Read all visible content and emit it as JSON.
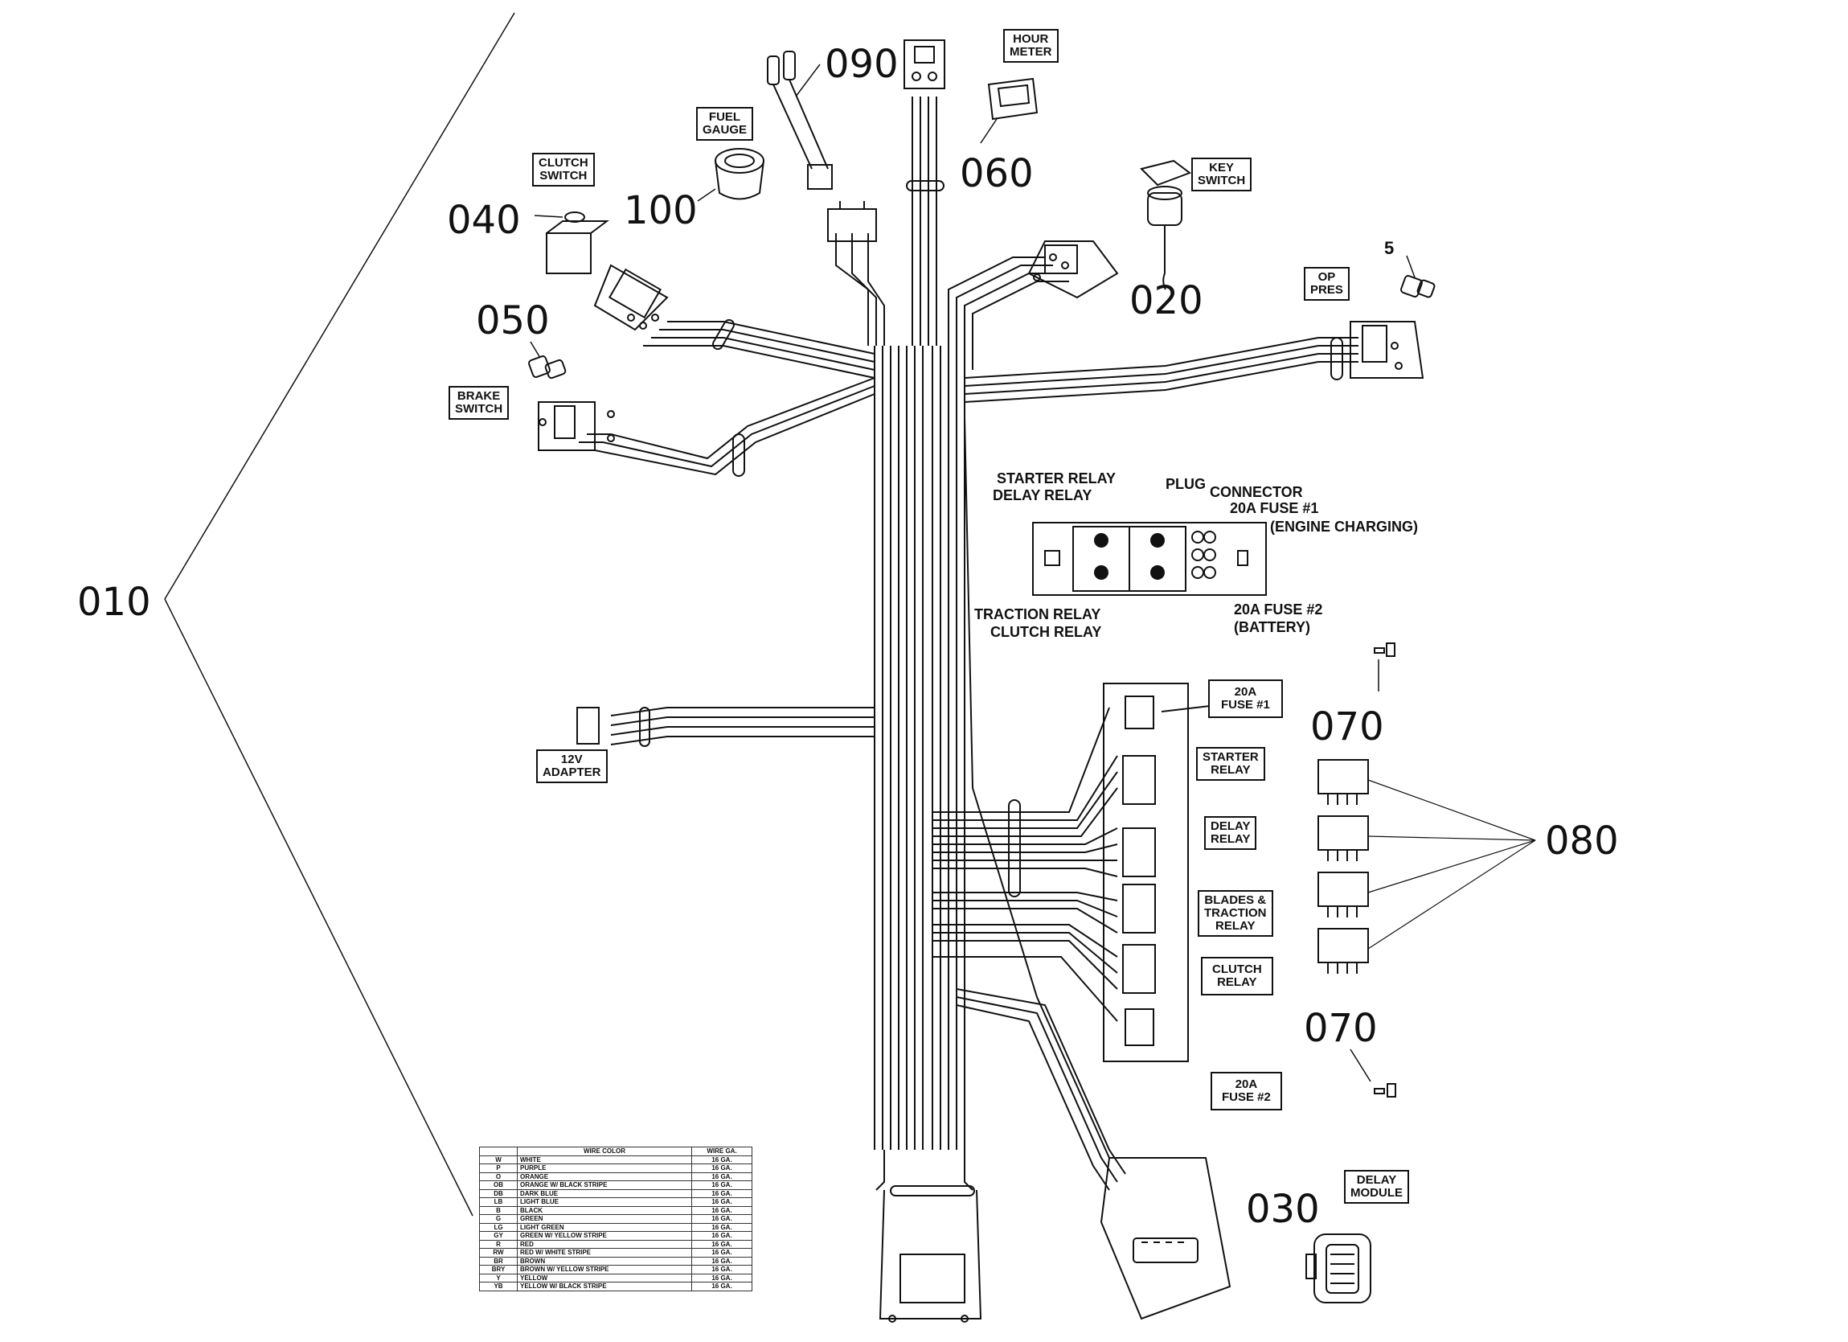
{
  "callouts": [
    {
      "id": "010",
      "label": "010"
    },
    {
      "id": "020",
      "label": "020"
    },
    {
      "id": "030",
      "label": "030"
    },
    {
      "id": "040",
      "label": "040"
    },
    {
      "id": "050",
      "label": "050"
    },
    {
      "id": "060",
      "label": "060"
    },
    {
      "id": "070a",
      "label": "070"
    },
    {
      "id": "070b",
      "label": "070"
    },
    {
      "id": "080",
      "label": "080"
    },
    {
      "id": "090",
      "label": "090"
    },
    {
      "id": "100",
      "label": "100"
    },
    {
      "id": "5",
      "label": "5"
    }
  ],
  "components": {
    "hour_meter": {
      "line1": "HOUR",
      "line2": "METER"
    },
    "fuel_gauge": {
      "line1": "FUEL",
      "line2": "GAUGE"
    },
    "clutch_switch": {
      "line1": "CLUTCH",
      "line2": "SWITCH"
    },
    "key_switch": {
      "line1": "KEY",
      "line2": "SWITCH"
    },
    "op_pres": {
      "line1": "OP",
      "line2": "PRES"
    },
    "brake_switch": {
      "line1": "BRAKE",
      "line2": "SWITCH"
    },
    "adapter_12v": {
      "line1": "12V",
      "line2": "ADAPTER"
    },
    "fuse1_box": {
      "line1": "20A",
      "line2": "FUSE #1"
    },
    "starter_relay_box": {
      "line1": "STARTER",
      "line2": "RELAY"
    },
    "delay_relay_box": {
      "line1": "DELAY",
      "line2": "RELAY"
    },
    "blades_traction_box": {
      "line1": "BLADES &",
      "line2": "TRACTION",
      "line3": "RELAY"
    },
    "clutch_relay_box": {
      "line1": "CLUTCH",
      "line2": "RELAY"
    },
    "fuse2_box": {
      "line1": "20A",
      "line2": "FUSE #2"
    },
    "delay_module": {
      "line1": "DELAY",
      "line2": "MODULE"
    }
  },
  "relay_block_labels": {
    "starter_relay": "STARTER RELAY",
    "delay_relay": "DELAY RELAY",
    "plug": "PLUG",
    "connector": "CONNECTOR",
    "fuse1": "20A FUSE #1",
    "engine_charging": "(ENGINE CHARGING)",
    "traction_relay": "TRACTION RELAY",
    "clutch_relay": "CLUTCH RELAY",
    "fuse2": "20A FUSE #2",
    "battery": "(BATTERY)"
  },
  "wire_table": {
    "headers": [
      "",
      "WIRE COLOR",
      "WIRE GA."
    ],
    "rows": [
      [
        "W",
        "WHITE",
        "16 GA."
      ],
      [
        "P",
        "PURPLE",
        "16 GA."
      ],
      [
        "O",
        "ORANGE",
        "16 GA."
      ],
      [
        "OB",
        "ORANGE W/ BLACK STRIPE",
        "16 GA."
      ],
      [
        "DB",
        "DARK BLUE",
        "16 GA."
      ],
      [
        "LB",
        "LIGHT BLUE",
        "16 GA."
      ],
      [
        "B",
        "BLACK",
        "16 GA."
      ],
      [
        "G",
        "GREEN",
        "16 GA."
      ],
      [
        "LG",
        "LIGHT GREEN",
        "16 GA."
      ],
      [
        "GY",
        "GREEN W/ YELLOW STRIPE",
        "16 GA."
      ],
      [
        "R",
        "RED",
        "16 GA."
      ],
      [
        "RW",
        "RED W/ WHITE STRIPE",
        "16 GA."
      ],
      [
        "BR",
        "BROWN",
        "16 GA."
      ],
      [
        "BRY",
        "BROWN W/ YELLOW STRIPE",
        "16 GA."
      ],
      [
        "Y",
        "YELLOW",
        "16 GA."
      ],
      [
        "YB",
        "YELLOW W/ BLACK STRIPE",
        "16 GA."
      ]
    ]
  }
}
